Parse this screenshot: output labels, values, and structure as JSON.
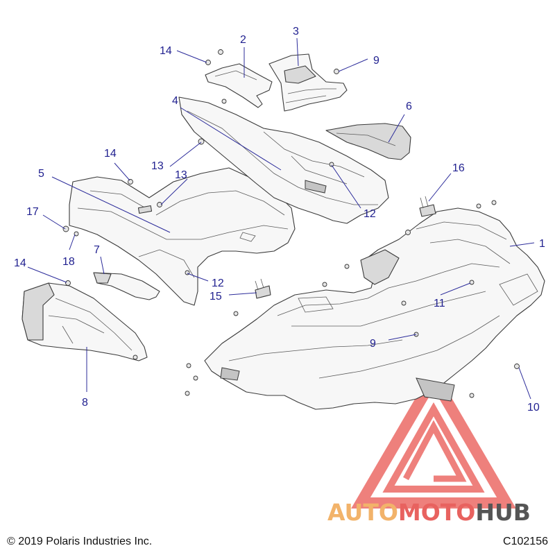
{
  "callouts": [
    "1",
    "2",
    "3",
    "4",
    "5",
    "6",
    "7",
    "8",
    "9",
    "9",
    "10",
    "11",
    "12",
    "12",
    "13",
    "13",
    "14",
    "14",
    "14",
    "15",
    "16",
    "17",
    "18"
  ],
  "footer": {
    "copyright": "© 2019 Polaris Industries Inc.",
    "code": "C102156"
  },
  "watermark": {
    "part1": "AUTO",
    "part2": "MOTO",
    "part3": "HUB",
    "color_primary": "#e8625f",
    "color_secondary": "#f2b36a",
    "color_dark": "#555555"
  },
  "colors": {
    "callout_text": "#1f1f8f",
    "leader_line": "#2b2b9a",
    "line_art": "#3a3a3a"
  }
}
